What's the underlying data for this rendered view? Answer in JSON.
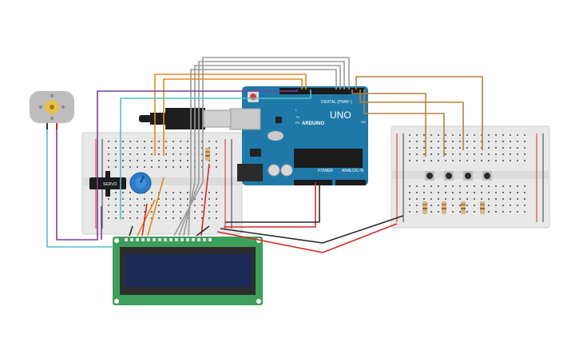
{
  "arduino": {
    "brand": "ARDUINO",
    "model": "UNO",
    "digital_label": "DIGITAL (PWM~)",
    "power_label": "POWER",
    "analog_label": "ANALOG IN",
    "l_label": "L",
    "tx_label": "TX",
    "rx_label": "RX",
    "on_label": "ON",
    "board_color": "#1f79a8"
  },
  "components": {
    "servo_label": "SERVO",
    "lcd_screen_color": "#1b2a57",
    "lcd_board_color": "#3e9e5b"
  },
  "wire_colors": {
    "red": "#d62a2a",
    "black": "#2a2a2a",
    "orange": "#e08a1e",
    "gray": "#9a9a9a",
    "purple": "#7b3f9b",
    "cyan": "#53c0c6",
    "brown": "#b5803f"
  }
}
